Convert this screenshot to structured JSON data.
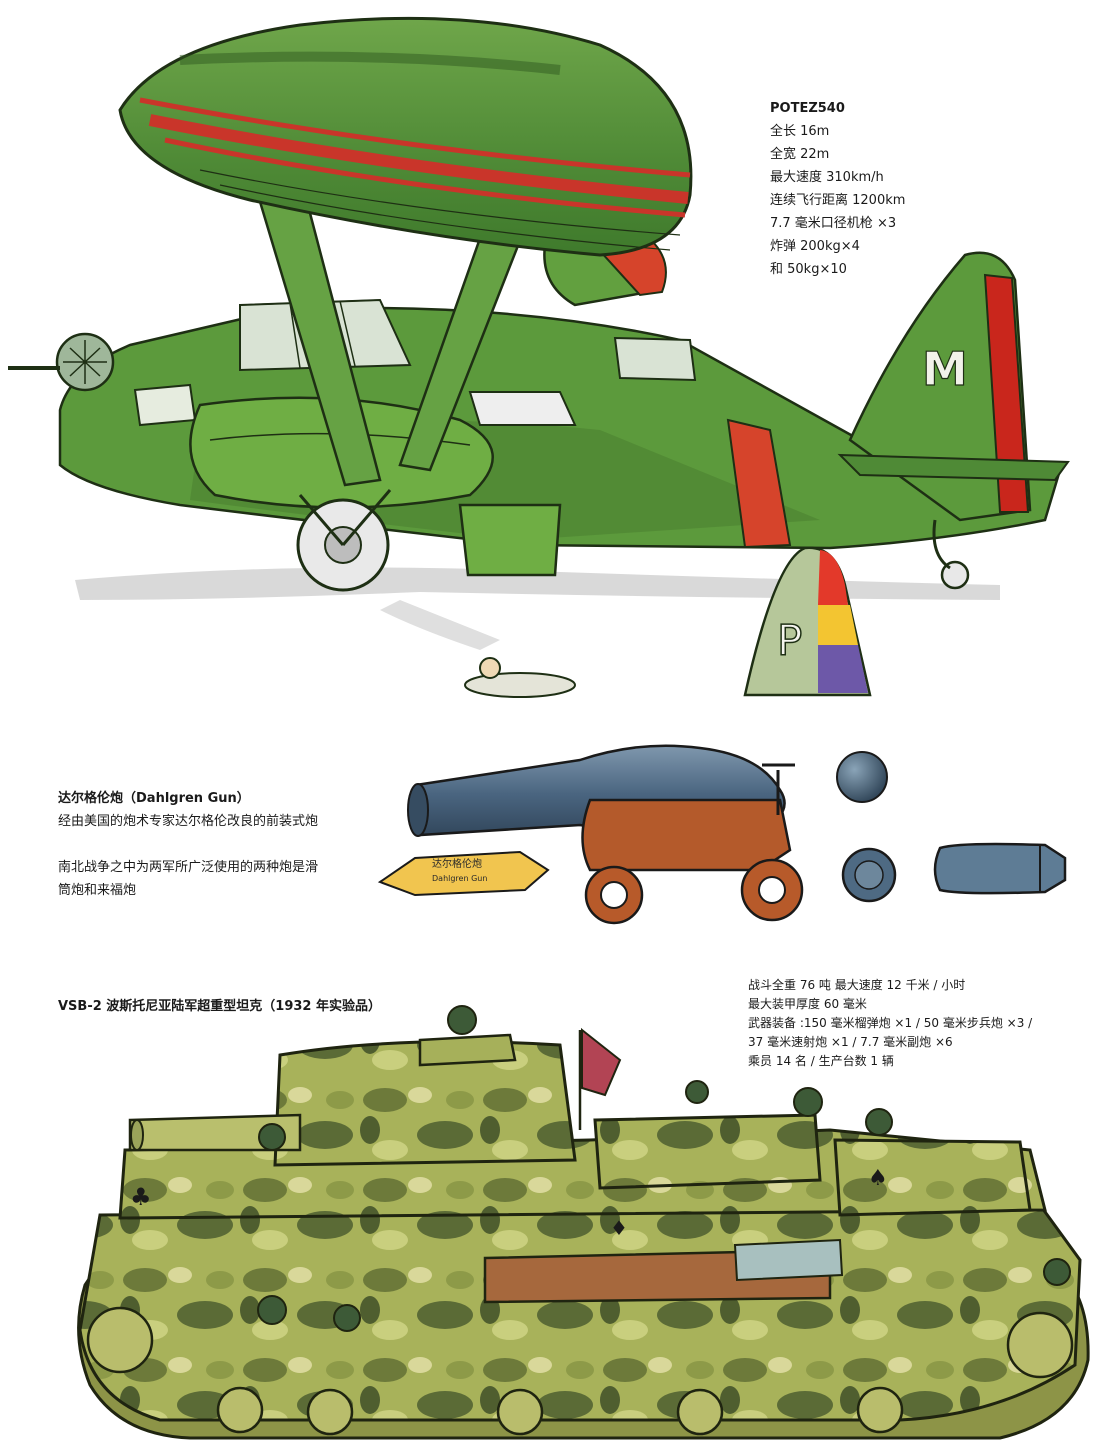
{
  "potez": {
    "title": "POTEZ540",
    "specs": [
      "全长 16m",
      "全宽 22m",
      "最大速度 310km/h",
      "连续飞行距离 1200km",
      "7.7 毫米口径机枪 ×3",
      "炸弹 200kg×4",
      "和 50kg×10"
    ],
    "tail_letter": "M",
    "fin_letter": "P"
  },
  "dahlgren": {
    "title": "达尔格伦炮（Dahlgren Gun）",
    "lines": [
      "经由美国的炮术专家达尔格伦改良的前装式炮",
      "",
      "南北战争之中为两军所广泛使用的两种炮是滑",
      "筒炮和来福炮"
    ],
    "banner_cn": "达尔格伦炮",
    "banner_en": "Dahlgren Gun"
  },
  "tank": {
    "title": "VSB-2 波斯托尼亚陆军超重型坦克（1932 年实验品）",
    "specs": [
      "战斗全重 76 吨 最大速度 12 千米 / 小时",
      "最大装甲厚度 60 毫米",
      "武器装备 :150 毫米榴弹炮 ×1 / 50 毫米步兵炮 ×3 /",
      "37 毫米速射炮 ×1 / 7.7 毫米副炮 ×6",
      "乘员 14 名 / 生产台数 1 辆"
    ]
  }
}
